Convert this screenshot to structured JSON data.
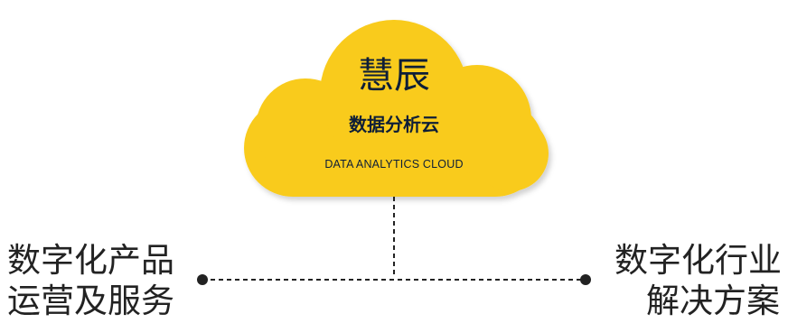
{
  "cloud": {
    "title": "慧辰",
    "subtitle": "数据分析云",
    "english": "DATA ANALYTICS CLOUD",
    "fill_color": "#f9cb1c"
  },
  "left_branch": {
    "line1": "数字化产品",
    "line2": "运营及服务"
  },
  "right_branch": {
    "line1": "数字化行业",
    "line2": "解决方案"
  },
  "connector": {
    "style": "dashed",
    "color": "#222222"
  }
}
